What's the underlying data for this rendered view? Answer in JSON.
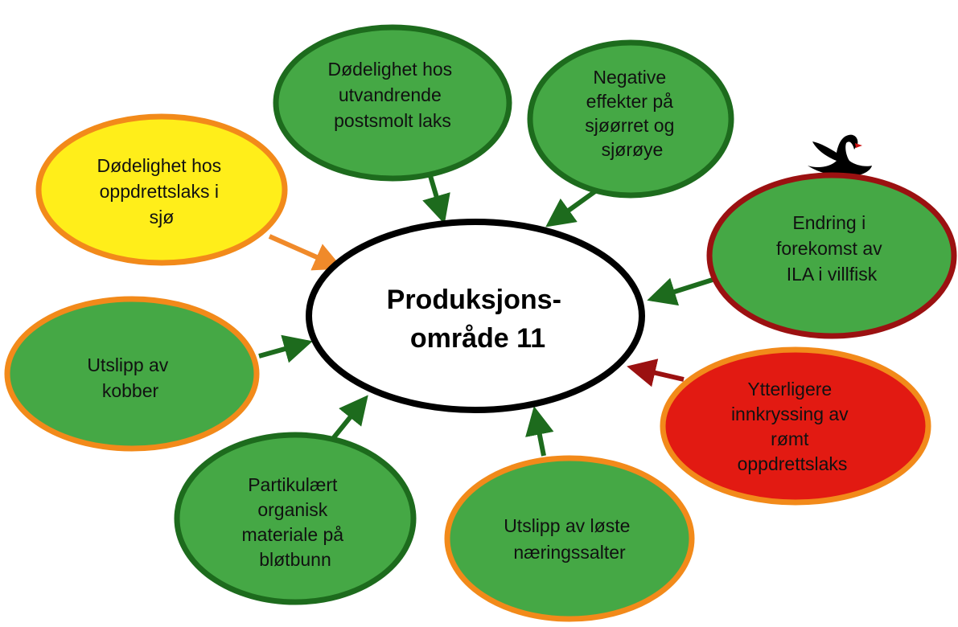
{
  "colors": {
    "fill_green": "#45a845",
    "fill_yellow": "#ffee1a",
    "fill_red": "#e21a12",
    "border_green": "#1d6b1d",
    "border_orange": "#f28a1a",
    "border_darkred": "#9b1111",
    "arrow_green": "#1d6b1d",
    "arrow_orange": "#f08a2a",
    "arrow_darkred": "#9b1111",
    "center_fill": "#ffffff",
    "center_border": "#000000"
  },
  "center": {
    "lines": [
      "Produksjons-",
      "område 11"
    ]
  },
  "nodes": {
    "dodelighet_postsmolt": {
      "lines": [
        "Dødelighet hos",
        "utvandrende",
        "postsmolt laks"
      ]
    },
    "negative_effekter": {
      "lines": [
        "Negative",
        "effekter på",
        "sjøørret og",
        "sjørøye"
      ]
    },
    "dodelighet_oppdrett": {
      "lines": [
        "Dødelighet hos",
        "oppdrettslaks i",
        "sjø"
      ]
    },
    "endring_ila": {
      "lines": [
        "Endring i",
        "forekomst av",
        "ILA i villfisk"
      ]
    },
    "utslipp_kobber": {
      "lines": [
        "Utslipp av",
        "kobber"
      ]
    },
    "innkryssing": {
      "lines": [
        "Ytterligere",
        "innkryssing av",
        "rømt",
        "oppdrettslaks"
      ]
    },
    "partikulaert": {
      "lines": [
        "Partikulært",
        "organisk",
        "materiale på",
        "bløtbunn"
      ]
    },
    "naeringssalter": {
      "lines": [
        "Utslipp av løste",
        "næringssalter"
      ]
    }
  },
  "icons": {
    "black_swan": "black-swan-icon"
  }
}
